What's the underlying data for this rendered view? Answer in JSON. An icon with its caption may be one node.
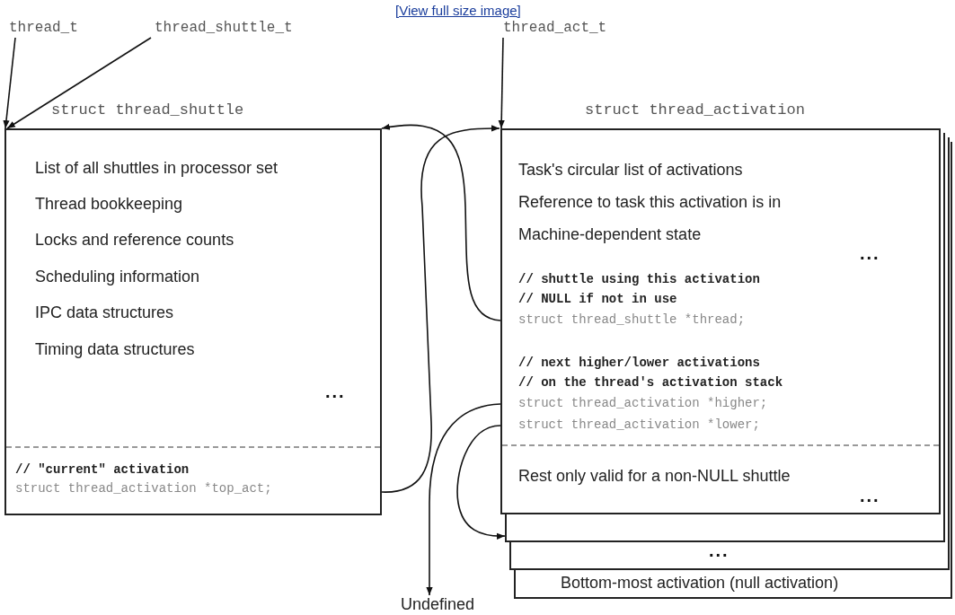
{
  "diagram": {
    "nodes": [
      {
        "text": [
          "thread_t"
        ]
      },
      {
        "text": [
          "thread_shuttle_t"
        ]
      },
      {
        "text": [
          "thread_act_t"
        ]
      },
      {
        "text": [
          "struct thread_shuttle",
          "List of all shuttles in processor set",
          "Thread bookkeeping",
          "Locks and reference counts",
          "Scheduling information",
          "IPC data structures",
          "Timing data structures",
          "...",
          "// \"current\" activation",
          "struct thread_activation *top_act;"
        ]
      },
      {
        "text": [
          "struct thread_activation",
          "Task's circular list of activations",
          "Reference to task this activation is in",
          "Machine-dependent state",
          "...",
          "// shuttle using this activation",
          "// NULL if not in use",
          "struct thread_shuttle *thread;",
          "// next higher/lower activations",
          "// on the thread's activation stack",
          "struct thread_activation *higher;",
          "struct thread_activation *lower;",
          "Rest only valid for a non-NULL shuttle",
          "..."
        ]
      },
      {
        "text": [],
        "shape": "box"
      },
      {
        "text": [
          "..."
        ]
      },
      {
        "text": [
          "Bottom-most activation (null activation)"
        ]
      },
      {
        "text": [
          "Undefined"
        ]
      }
    ],
    "edges": [
      {
        "from": 0,
        "to": 3,
        "arrow": "to"
      },
      {
        "from": 1,
        "to": 3,
        "arrow": "to"
      },
      {
        "from": 2,
        "to": 4,
        "arrow": "to"
      },
      {
        "from": 3,
        "to": 4,
        "arrow": "to"
      },
      {
        "from": 4,
        "to": 3,
        "arrow": "to"
      },
      {
        "from": 4,
        "to": 8,
        "arrow": "to"
      },
      {
        "from": 4,
        "to": 5,
        "arrow": "to"
      }
    ],
    "labels": [
      "[View full size image]"
    ]
  }
}
